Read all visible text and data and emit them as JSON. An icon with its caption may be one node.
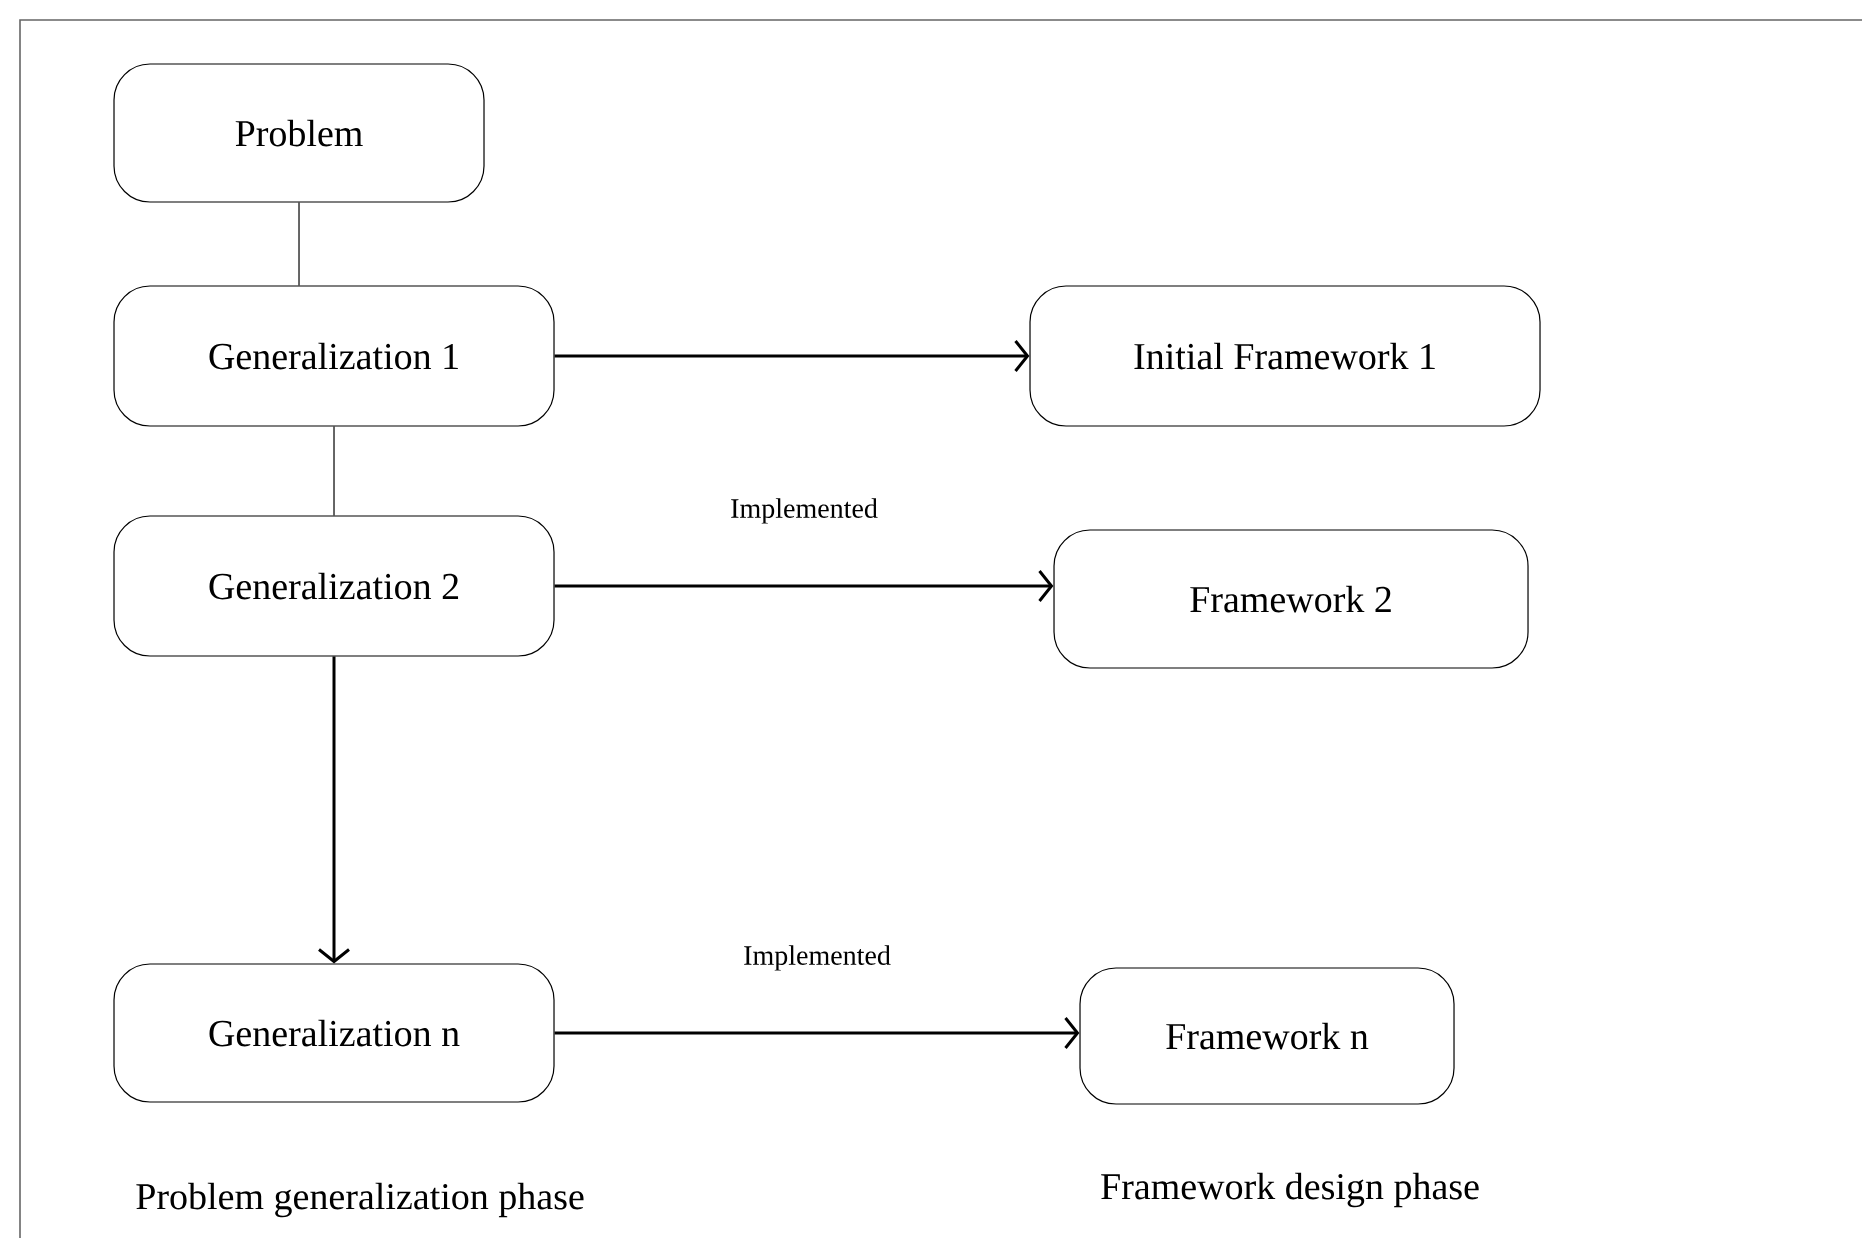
{
  "diagram": {
    "nodes": [
      {
        "text": [
          "Problem"
        ]
      },
      {
        "text": [
          "Generalization 1"
        ]
      },
      {
        "text": [
          "Initial Framework 1"
        ]
      },
      {
        "text": [
          "Generalization 2"
        ]
      },
      {
        "text": [
          "Framework 2"
        ]
      },
      {
        "text": [
          "Generalization n"
        ]
      },
      {
        "text": [
          "Framework n"
        ]
      }
    ],
    "edges": [
      {
        "from": 0,
        "to": 1,
        "arrow": "none"
      },
      {
        "from": 1,
        "to": 2,
        "arrow": "to"
      },
      {
        "from": 1,
        "to": 3,
        "arrow": "none"
      },
      {
        "from": 3,
        "to": 4,
        "arrow": "to",
        "label": "Implemented"
      },
      {
        "from": 3,
        "to": 5,
        "arrow": "to"
      },
      {
        "from": 5,
        "to": 6,
        "arrow": "to",
        "label": "Implemented"
      }
    ],
    "labels": [
      "Problem generalization phase",
      "Framework design phase"
    ]
  }
}
